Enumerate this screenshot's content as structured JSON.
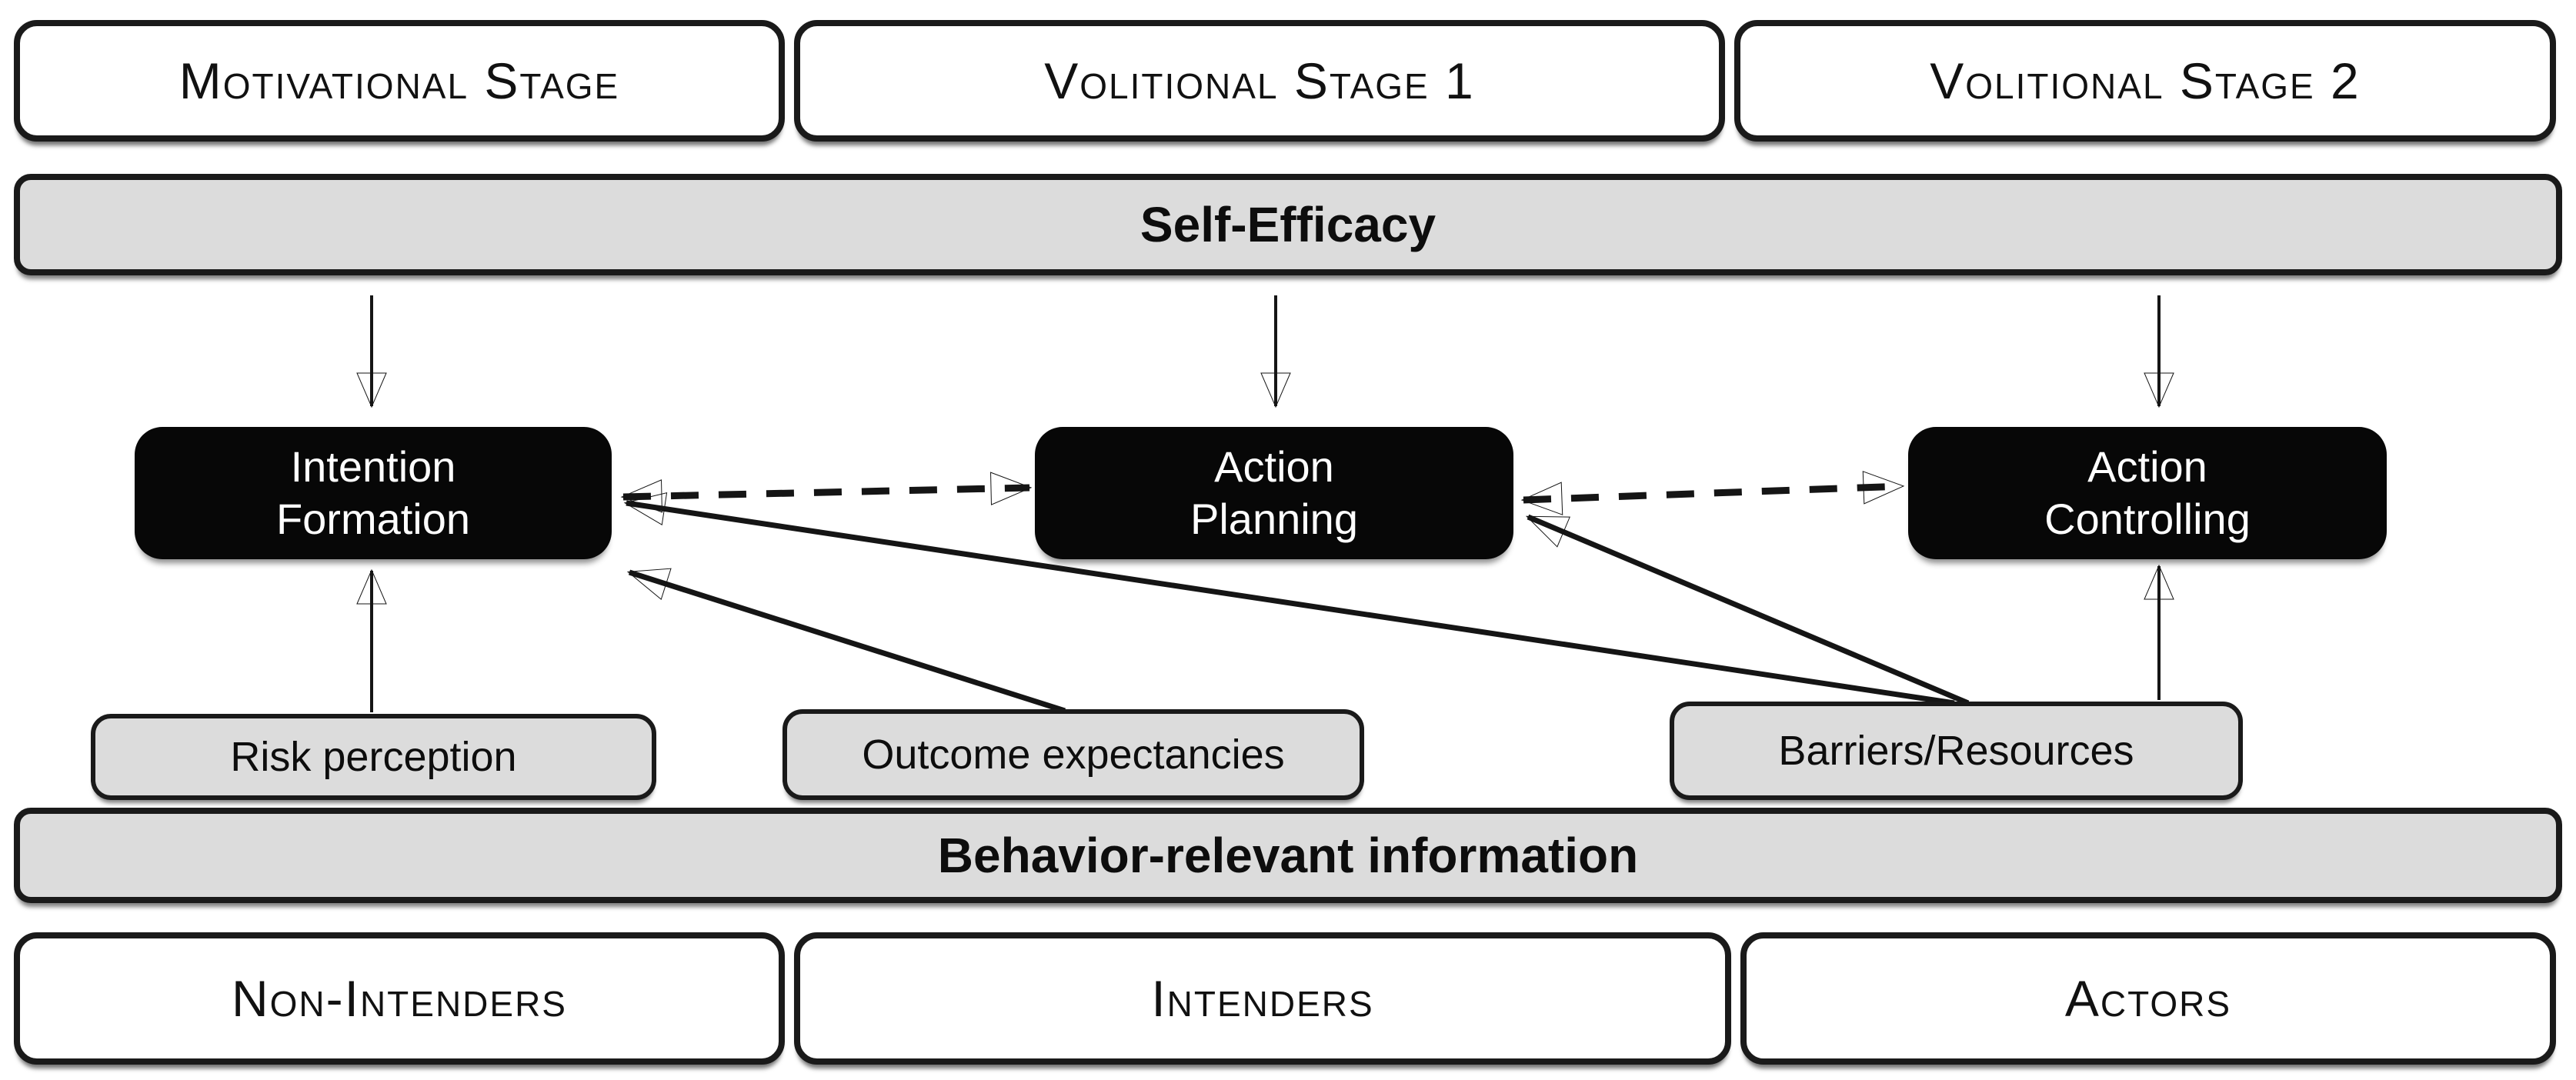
{
  "diagram": {
    "stages": [
      {
        "id": "motivational-stage",
        "label": "Motivational Stage"
      },
      {
        "id": "volitional-stage-1",
        "label": "Volitional Stage 1"
      },
      {
        "id": "volitional-stage-2",
        "label": "Volitional Stage 2"
      }
    ],
    "self_efficacy": {
      "label": "Self-Efficacy"
    },
    "processes": [
      {
        "id": "intention-formation",
        "line1": "Intention",
        "line2": "Formation"
      },
      {
        "id": "action-planning",
        "line1": "Action",
        "line2": "Planning"
      },
      {
        "id": "action-controlling",
        "line1": "Action",
        "line2": "Controlling"
      }
    ],
    "determinants": [
      {
        "id": "risk-perception",
        "label": "Risk perception"
      },
      {
        "id": "outcome-expectancies",
        "label": "Outcome expectancies"
      },
      {
        "id": "barriers-resources",
        "label": "Barriers/Resources"
      }
    ],
    "behavior_bar": {
      "label": "Behavior-relevant information"
    },
    "groups": [
      {
        "id": "non-intenders",
        "label": "Non-Intenders"
      },
      {
        "id": "intenders",
        "label": "Intenders"
      },
      {
        "id": "actors",
        "label": "Actors"
      }
    ],
    "edges": [
      {
        "from": "self-efficacy",
        "to": "intention-formation",
        "style": "solid-thin",
        "direction": "one-way"
      },
      {
        "from": "self-efficacy",
        "to": "action-planning",
        "style": "solid-thin",
        "direction": "one-way"
      },
      {
        "from": "self-efficacy",
        "to": "action-controlling",
        "style": "solid-thin",
        "direction": "one-way"
      },
      {
        "from": "intention-formation",
        "to": "action-planning",
        "style": "dashed",
        "direction": "bidirectional"
      },
      {
        "from": "action-planning",
        "to": "action-controlling",
        "style": "dashed",
        "direction": "bidirectional"
      },
      {
        "from": "risk-perception",
        "to": "intention-formation",
        "style": "solid-thin",
        "direction": "one-way"
      },
      {
        "from": "outcome-expectancies",
        "to": "intention-formation",
        "style": "solid",
        "direction": "one-way"
      },
      {
        "from": "barriers-resources",
        "to": "intention-formation",
        "style": "solid",
        "direction": "one-way"
      },
      {
        "from": "barriers-resources",
        "to": "action-planning",
        "style": "solid",
        "direction": "one-way"
      },
      {
        "from": "barriers-resources",
        "to": "action-controlling",
        "style": "solid-thin",
        "direction": "one-way"
      }
    ],
    "colors": {
      "fill_light": "#dcdcdc",
      "fill_dark": "#070707",
      "stroke": "#1a1a1a",
      "text_on_dark": "#ffffff",
      "background": "#ffffff"
    }
  }
}
